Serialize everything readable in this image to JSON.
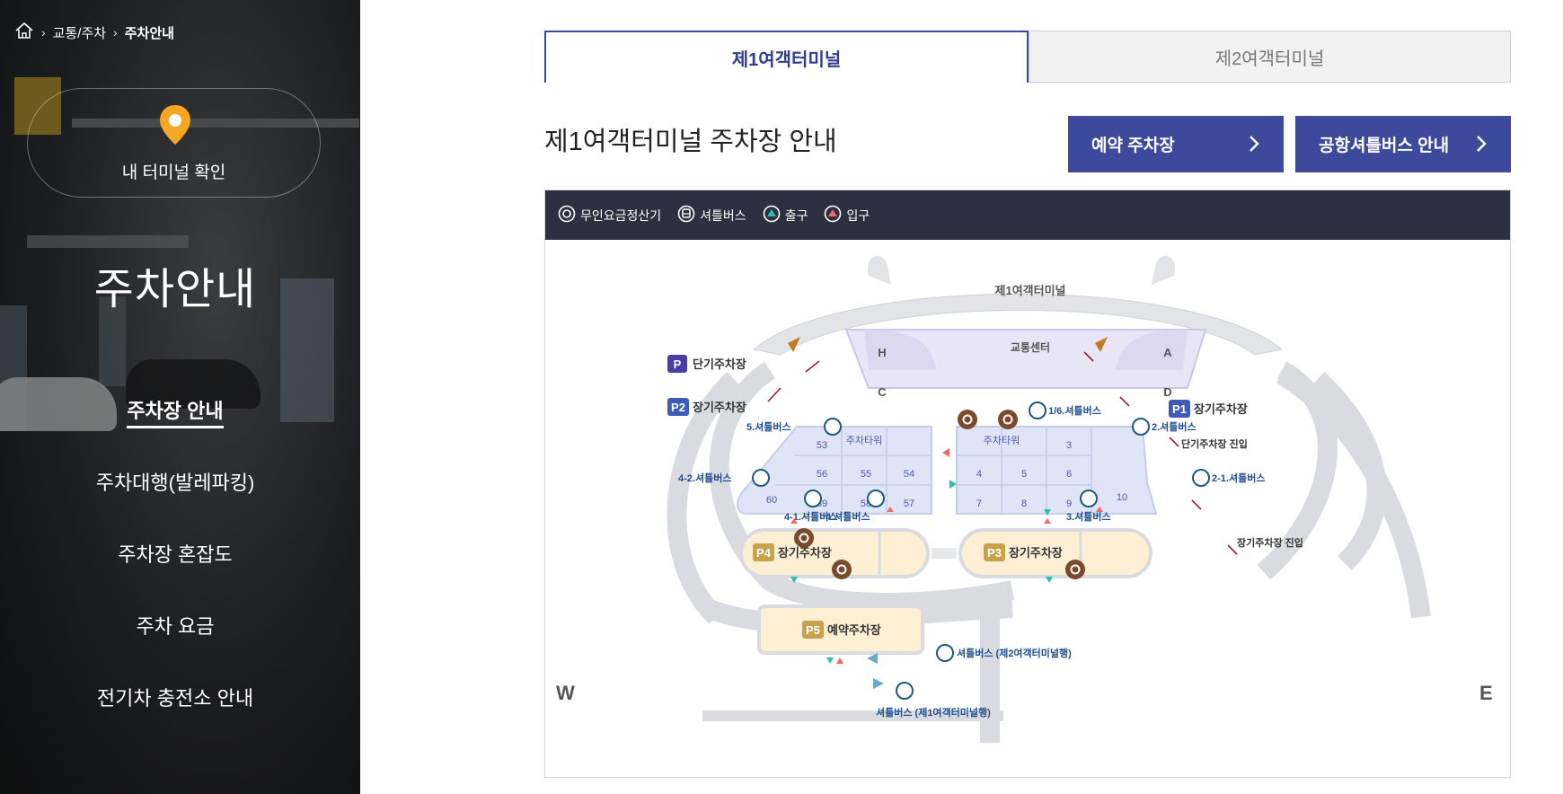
{
  "breadcrumb": {
    "items": [
      "교통/주차",
      "주차안내"
    ]
  },
  "sidebar": {
    "terminal_check": "내 터미널 확인",
    "title": "주차안내",
    "menu": [
      {
        "label": "주차장 안내",
        "active": true
      },
      {
        "label": "주차대행(발레파킹)",
        "active": false
      },
      {
        "label": "주차장 혼잡도",
        "active": false
      },
      {
        "label": "주차 요금",
        "active": false
      },
      {
        "label": "전기차 충전소 안내",
        "active": false
      }
    ]
  },
  "tabs": [
    {
      "label": "제1여객터미널",
      "active": true
    },
    {
      "label": "제2여객터미널",
      "active": false
    }
  ],
  "page_title": "제1여객터미널 주차장 안내",
  "buttons": {
    "reservation": "예약 주차장",
    "shuttle": "공항셔틀버스 안내"
  },
  "legend": [
    {
      "icon": "payment-machine-icon",
      "label": "무인요금정산기"
    },
    {
      "icon": "shuttle-bus-icon",
      "label": "셔틀버스"
    },
    {
      "icon": "exit-icon",
      "label": "출구"
    },
    {
      "icon": "entrance-icon",
      "label": "입구"
    }
  ],
  "map": {
    "terminal": "제1여객터미널",
    "center": "교통센터",
    "zones": [
      "H",
      "A",
      "C",
      "D"
    ],
    "tower_label": "주차타워",
    "parking": {
      "short": {
        "badge": "P",
        "label": "단기주차장"
      },
      "p1": {
        "badge": "P1",
        "label": "장기주차장"
      },
      "p2": {
        "badge": "P2",
        "label": "장기주차장"
      },
      "p3": {
        "badge": "P3",
        "label": "장기주차장"
      },
      "p4": {
        "badge": "P4",
        "label": "장기주차장"
      },
      "p5": {
        "badge": "P5",
        "label": "예약주차장"
      }
    },
    "blocks_west": [
      "53",
      "56",
      "55",
      "54",
      "60",
      "59",
      "58",
      "57"
    ],
    "blocks_east": [
      "3",
      "4",
      "5",
      "6",
      "7",
      "8",
      "9",
      "10"
    ],
    "shuttles": {
      "s16": "1/6.셔틀버스",
      "s5": "5.셔틀버스",
      "s2": "2.셔틀버스",
      "s42": "4-2.셔틀버스",
      "s21": "2-1.셔틀버스",
      "s41": "4-1.셔틀버스",
      "s4": "4.셔틀버스",
      "s3": "3.셔틀버스",
      "to_t2": "셔틀버스 (제2여객터미널행)",
      "to_t1": "셔틀버스 (제1여객터미널행)"
    },
    "entries": {
      "short": "단기주차장 진입",
      "long": "장기주차장 진입"
    },
    "west": "W",
    "east": "E"
  },
  "colors": {
    "brand": "#3d4a9c",
    "legend_bg": "#2d3041",
    "badge_blue": "#3e5bb5",
    "badge_purple": "#4a3fa8",
    "badge_gold": "#c8a24a",
    "payment": "#7a4a2a",
    "shuttle": "#1f5a7a",
    "exit": "#2bbfb0",
    "entrance": "#f06a6a"
  }
}
